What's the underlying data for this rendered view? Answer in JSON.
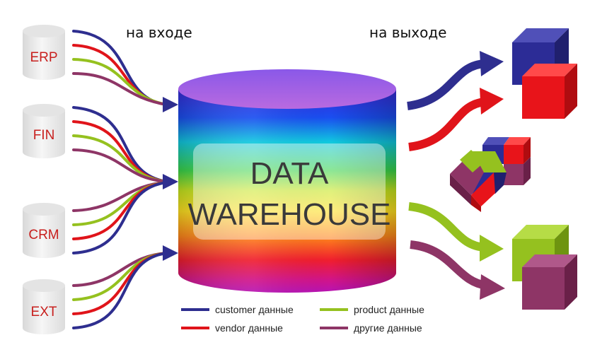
{
  "headers": {
    "input": "на входе",
    "output": "на выходе"
  },
  "sources": [
    {
      "label": "ERP"
    },
    {
      "label": "FIN"
    },
    {
      "label": "CRM"
    },
    {
      "label": "EXT"
    }
  ],
  "warehouse": {
    "line1": "DATA",
    "line2": "WAREHOUSE"
  },
  "legend": [
    {
      "label": "customer данные",
      "color": "#2e2e8f"
    },
    {
      "label": "vendor данные",
      "color": "#e0141a"
    },
    {
      "label": "product данные",
      "color": "#95c11f"
    },
    {
      "label": "другие данные",
      "color": "#8e3566"
    }
  ],
  "colors": {
    "customer": "#2e2e8f",
    "vendor": "#e0141a",
    "product": "#95c11f",
    "other": "#8e3566",
    "source_label": "#c8201e"
  }
}
